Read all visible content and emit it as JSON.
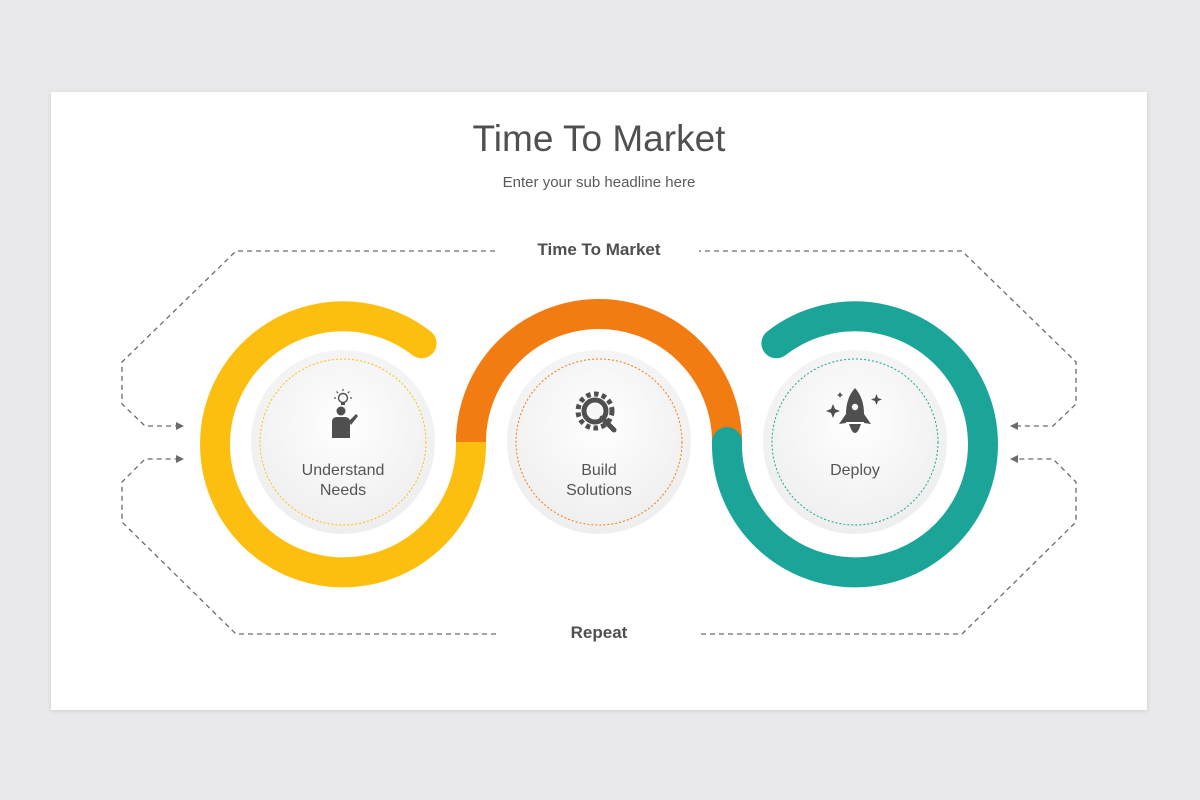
{
  "slide": {
    "title": "Time To Market",
    "subtitle": "Enter your sub headline here"
  },
  "frame": {
    "top_label": "Time To Market",
    "bottom_label": "Repeat",
    "line_color": "#6b6b6b"
  },
  "steps": [
    {
      "label_line1": "Understand",
      "label_line2": "Needs",
      "icon": "idea-person-icon",
      "color": "#fdbf0f"
    },
    {
      "label_line1": "Build",
      "label_line2": "Solutions",
      "icon": "gear-magnifier-icon",
      "color": "#f27c12"
    },
    {
      "label_line1": "Deploy",
      "label_line2": "",
      "icon": "rocket-icon",
      "color": "#1ba598"
    }
  ]
}
